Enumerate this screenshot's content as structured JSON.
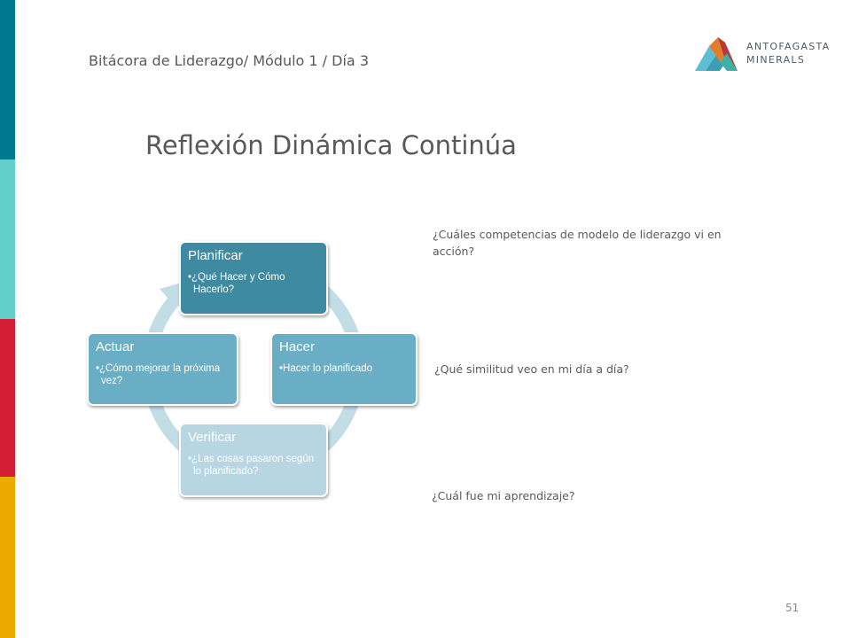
{
  "header": {
    "breadcrumb": "Bitácora de Liderazgo/ Módulo 1 / Día 3"
  },
  "logo": {
    "line1": "ANTOFAGASTA",
    "line2": "MINERALS"
  },
  "title": "Reflexión Dinámica Continúa",
  "cycle": {
    "planificar": {
      "title": "Planificar",
      "item": "•¿Qué Hacer y Cómo Hacerlo?"
    },
    "hacer": {
      "title": "Hacer",
      "item": "•Hacer lo planificado"
    },
    "verificar": {
      "title": "Verificar",
      "item": "•¿Las cosas pasaron según lo planificado?"
    },
    "actuar": {
      "title": "Actuar",
      "item": "•¿Cómo mejorar la próxima vez?"
    }
  },
  "questions": {
    "q1": "¿Cuáles competencias de modelo de liderazgo vi en acción?",
    "q2": "¿Qué similitud veo en mi día a día?",
    "q3": "¿Cuál fue mi aprendizaje?"
  },
  "page_number": "51",
  "colors": {
    "bar_teal": "#007a8f",
    "bar_aqua": "#63cfca",
    "bar_red": "#d51f35",
    "bar_yellow": "#eeaa00",
    "box_dark": "#3e8aa1",
    "box_mid": "#6aaec6",
    "box_light": "#b7d6e2",
    "ring": "#c3dde7"
  }
}
